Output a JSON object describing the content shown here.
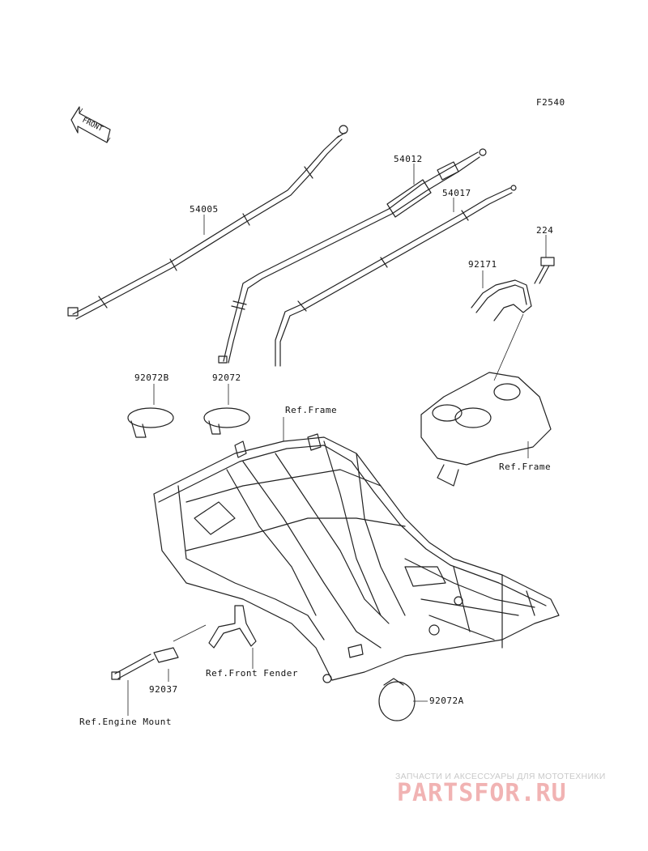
{
  "diagram": {
    "code": "F2540",
    "front_label": "FRONT",
    "parts": [
      {
        "id": "54005",
        "label": "54005"
      },
      {
        "id": "54012",
        "label": "54012"
      },
      {
        "id": "54017",
        "label": "54017"
      },
      {
        "id": "224",
        "label": "224"
      },
      {
        "id": "92171",
        "label": "92171"
      },
      {
        "id": "92072B",
        "label": "92072B"
      },
      {
        "id": "92072",
        "label": "92072"
      },
      {
        "id": "92037",
        "label": "92037"
      },
      {
        "id": "92072A",
        "label": "92072A"
      }
    ],
    "references": {
      "frame_top": "Ref.Frame",
      "frame_right": "Ref.Frame",
      "front_fender": "Ref.Front Fender",
      "engine_mount": "Ref.Engine Mount"
    }
  },
  "watermark": {
    "tagline": "ЗАПЧАСТИ И АКСЕССУАРЫ ДЛЯ МОТОТЕХНИКИ",
    "logo": "PARTSFOR.RU"
  }
}
